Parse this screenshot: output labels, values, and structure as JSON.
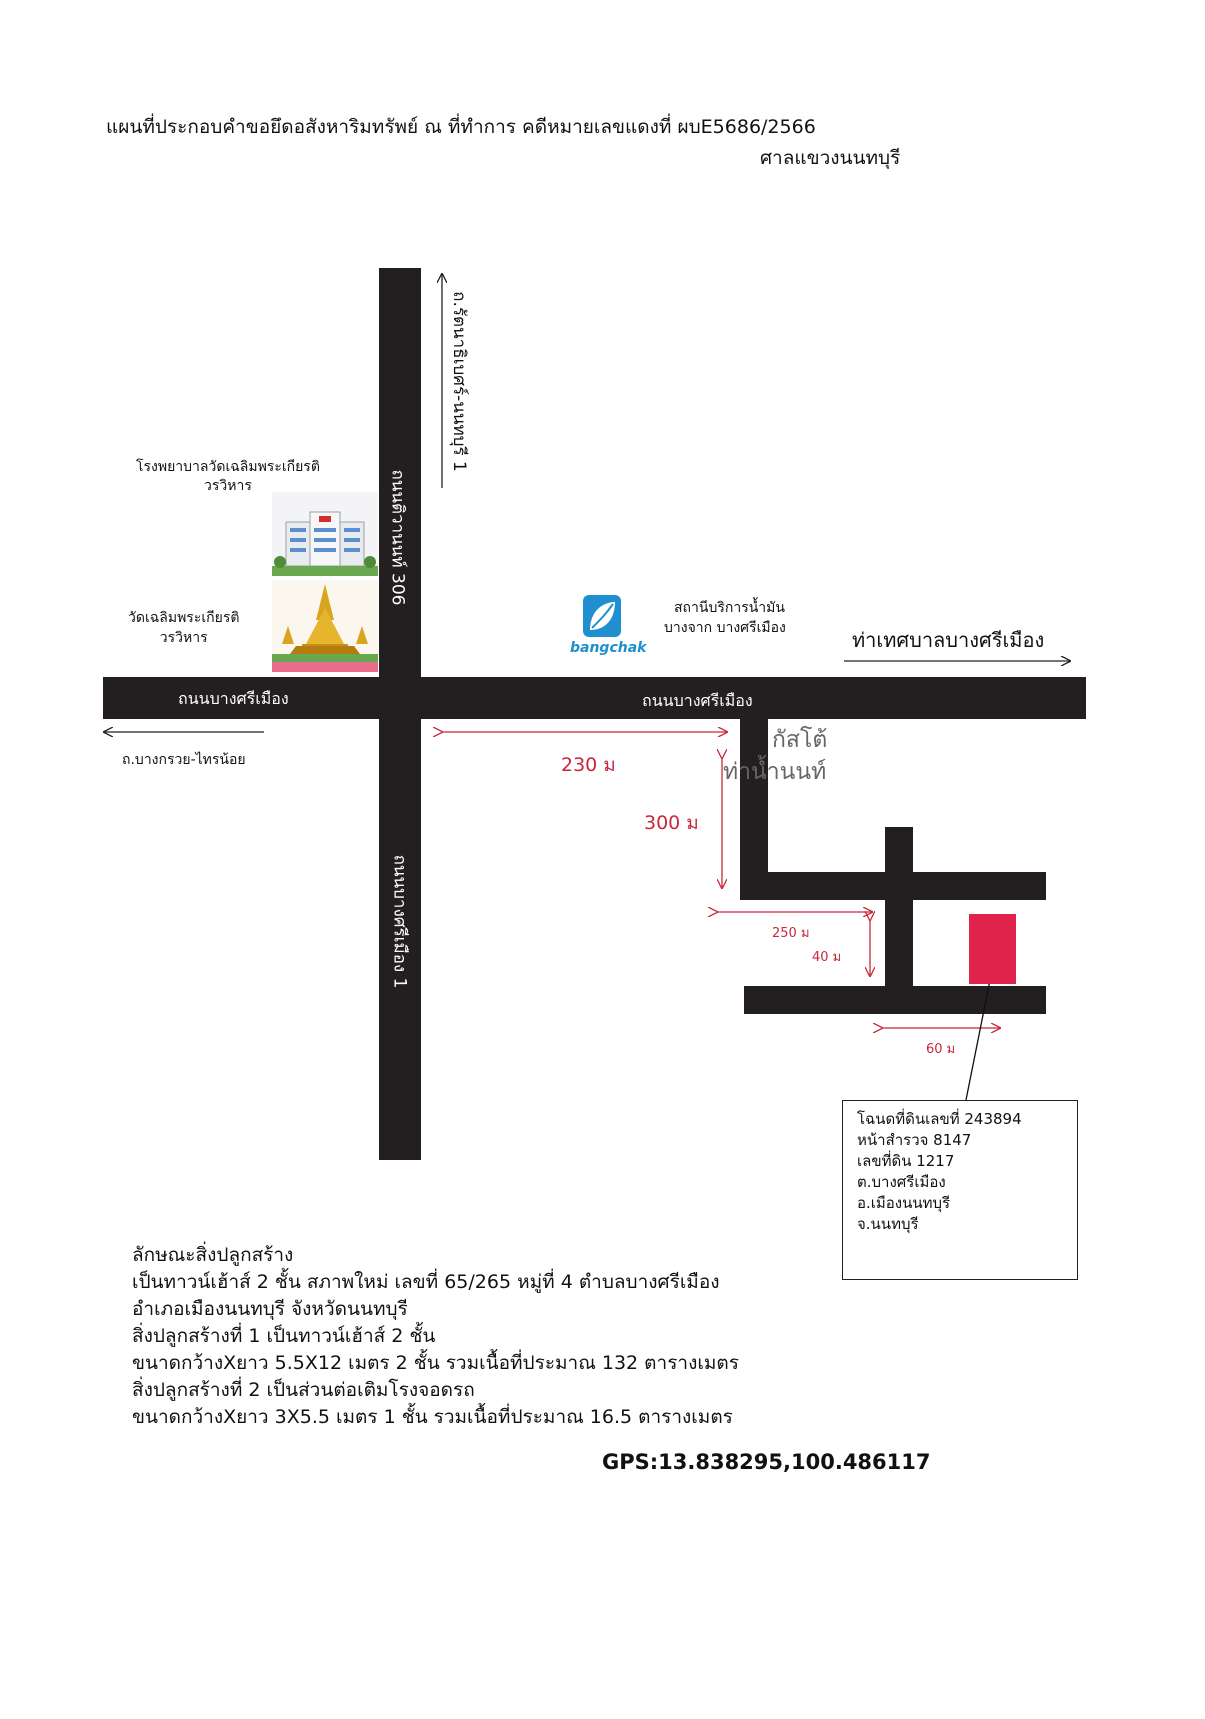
{
  "header": {
    "line1": "แผนที่ประกอบคำขอยึดอสังหาริมทรัพย์ ณ ที่ทำการ คดีหมายเลขแดงที่ ผบE5686/2566",
    "line2": "ศาลแขวงนนทบุรี"
  },
  "roads": {
    "vertical_main_upper": "ถนนติวานนท์ 306",
    "vertical_main_lower": "ถนนบางศรีเมือง 1",
    "horizontal_left": "ถนนบางศรีเมือง",
    "horizontal_right": "ถนนบางศรีเมือง"
  },
  "directions": {
    "north": "ถ.รัตนาธิเบศร์-นนทบุรี 1",
    "west": "ถ.บางกรวย-ไทรน้อย",
    "east": "ท่าเทศบาลบางศรีเมือง"
  },
  "landmarks": {
    "hospital": [
      "โรงพยาบาลวัดเฉลิมพระเกียรติ",
      "วรวิหาร"
    ],
    "temple": [
      "วัดเฉลิมพระเกียรติ",
      "วรวิหาร"
    ],
    "gas_station": [
      "สถานีบริการน้ำมัน",
      "บางจาก บางศรีเมือง"
    ],
    "bangchak_brand": "bangchak",
    "kasto": [
      "กัสโต้",
      "ท่าน้ำนนท์"
    ]
  },
  "distances": {
    "d230": "230 ม",
    "d300": "300 ม",
    "d250": "250 ม",
    "d40": "40 ม",
    "d60": "60 ม"
  },
  "parcel_info": [
    "โฉนดที่ดินเลขที่ 243894",
    "หน้าสำรวจ 8147",
    "เลขที่ดิน 1217",
    "ต.บางศรีเมือง",
    "อ.เมืองนนทบุรี",
    "จ.นนทบุรี"
  ],
  "description": [
    "ลักษณะสิ่งปลูกสร้าง",
    "เป็นทาวน์เฮ้าส์ 2 ชั้น สภาพใหม่ เลขที่ 65/265 หมู่ที่ 4 ตำบลบางศรีเมือง",
    "อำเภอเมืองนนทบุรี จังหวัดนนทบุรี",
    "สิ่งปลูกสร้างที่ 1 เป็นทาวน์เฮ้าส์ 2 ชั้น",
    "ขนาดกว้างXยาว 5.5X12 เมตร 2 ชั้น รวมเนื้อที่ประมาณ 132 ตารางเมตร",
    "สิ่งปลูกสร้างที่ 2 เป็นส่วนต่อเติมโรงจอดรถ",
    "ขนาดกว้างXยาว 3X5.5 เมตร 1 ชั้น รวมเนื้อที่ประมาณ 16.5 ตารางเมตร"
  ],
  "gps": "GPS:13.838295,100.486117",
  "colors": {
    "road": "#231f20",
    "distance": "#c8283c",
    "parcel": "#e0234a",
    "bangchak": "#1f8fd0"
  }
}
